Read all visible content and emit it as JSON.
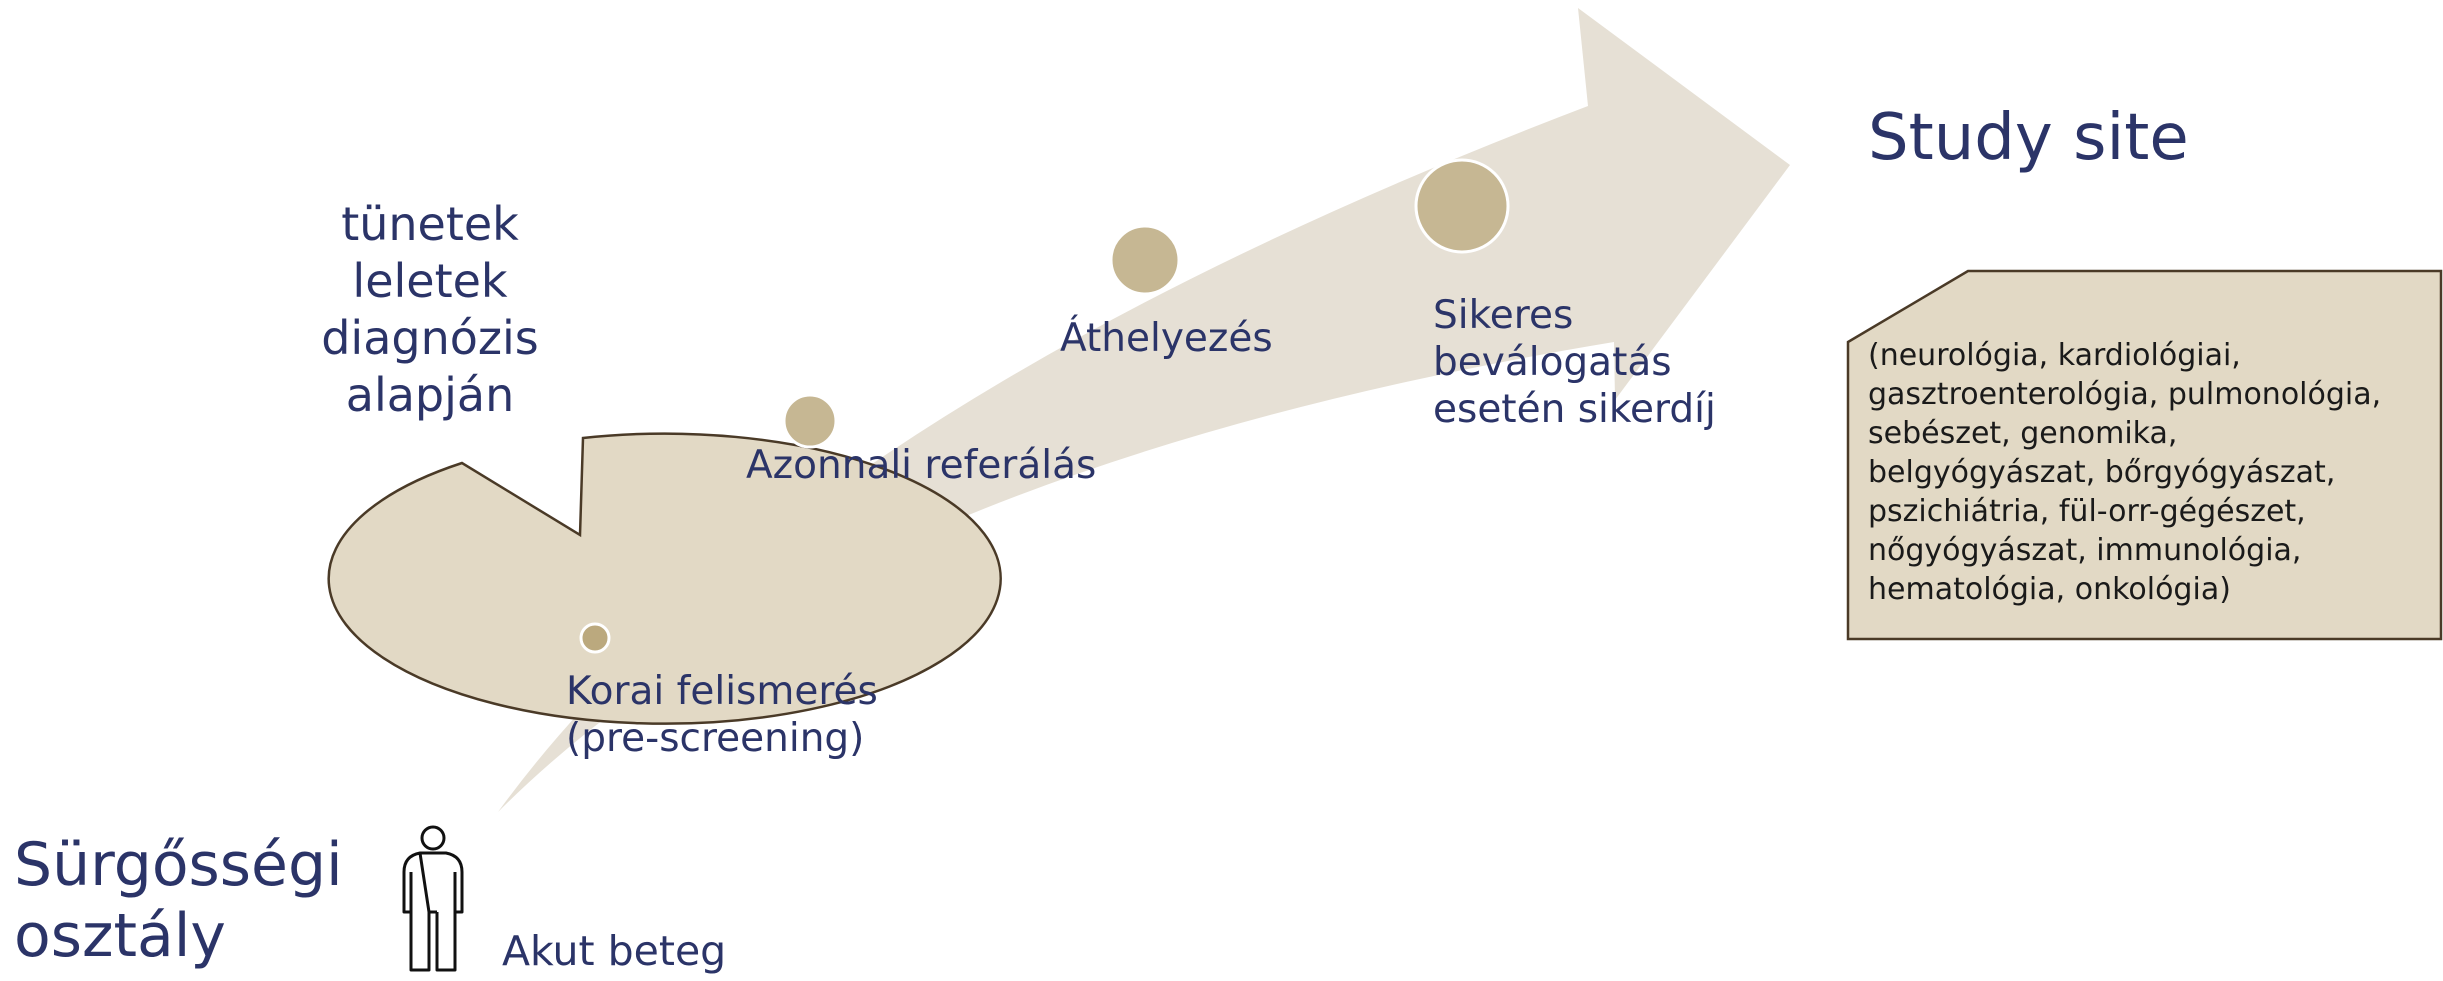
{
  "speech_bubble": {
    "lines": [
      "tünetek",
      "leletek",
      "diagnózis",
      "alapján"
    ]
  },
  "destination": {
    "title": "Study site",
    "specialties": [
      "(neurológia, kardiológiai,",
      "gasztroenterológia, pulmonológia,",
      "sebészet, genomika,",
      "belgyógyászat, bőrgyógyászat,",
      "pszichiátria, fül-orr-gégészet,",
      "nőgyógyászat, immunológia,",
      "hematológia, onkológia)"
    ]
  },
  "origin": {
    "department": "Sürgősségi osztály",
    "patient_label": "Akut beteg",
    "icon": "person-icon"
  },
  "steps": [
    {
      "lines": [
        "Korai felismerés",
        "(pre-screening)"
      ]
    },
    {
      "lines": [
        "Azonnali referálás"
      ]
    },
    {
      "lines": [
        "Áthelyezés"
      ]
    },
    {
      "lines": [
        "Sikeres",
        "beválogatás",
        "esetén sikerdíj"
      ]
    }
  ],
  "colors": {
    "arrow": "#e6e0d5",
    "bubble_fill": "#e2d9c5",
    "box_fill": "#e2d9c5",
    "outline": "#4a3a27",
    "dot": "#c6b793",
    "text": "#2b3468"
  }
}
